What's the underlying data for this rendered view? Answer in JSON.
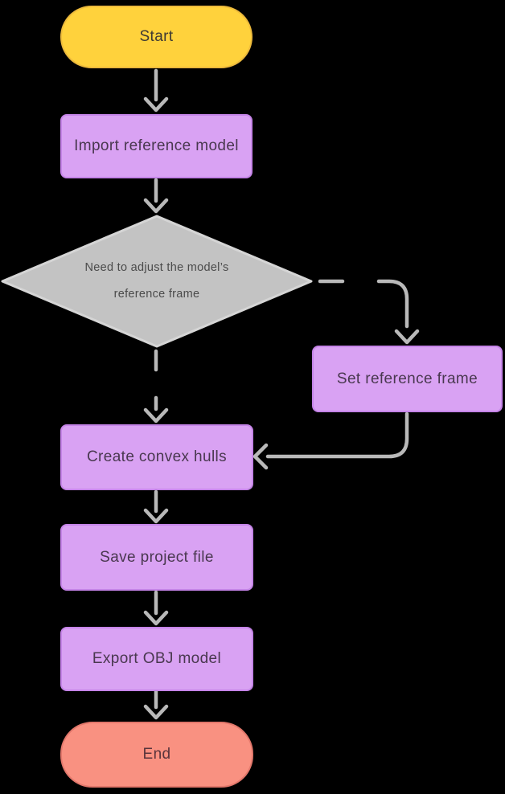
{
  "diagram": {
    "type": "flowchart",
    "nodes": {
      "start": {
        "label": "Start",
        "shape": "terminator"
      },
      "import_model": {
        "label": "Import reference model",
        "shape": "process"
      },
      "decision": {
        "label": "Need to adjust the model’s reference frame",
        "shape": "decision"
      },
      "set_reference_frame": {
        "label": "Set reference frame",
        "shape": "process"
      },
      "create_convex_hulls": {
        "label": "Create convex hulls",
        "shape": "process"
      },
      "save_project_file": {
        "label": "Save project file",
        "shape": "process"
      },
      "export_obj_model": {
        "label": "Export OBJ model",
        "shape": "process"
      },
      "end": {
        "label": "End",
        "shape": "terminator"
      }
    },
    "edges": [
      {
        "from": "start",
        "to": "import_model",
        "style": "solid-arrow"
      },
      {
        "from": "import_model",
        "to": "decision",
        "style": "solid-arrow"
      },
      {
        "from": "decision",
        "to": "set_reference_frame",
        "style": "dashed-then-solid-arrow",
        "direction": "right-then-down"
      },
      {
        "from": "decision",
        "to": "create_convex_hulls",
        "style": "dashed-then-solid-arrow",
        "direction": "down"
      },
      {
        "from": "set_reference_frame",
        "to": "create_convex_hulls",
        "style": "solid-arrow",
        "direction": "down-then-left"
      },
      {
        "from": "create_convex_hulls",
        "to": "save_project_file",
        "style": "solid-arrow"
      },
      {
        "from": "save_project_file",
        "to": "export_obj_model",
        "style": "solid-arrow"
      },
      {
        "from": "export_obj_model",
        "to": "end",
        "style": "solid-arrow"
      }
    ],
    "colors": {
      "background": "#000000",
      "start_fill": "#FFD23C",
      "start_border": "#EDBA3C",
      "start_text": "#3E3933",
      "process_fill": "#D9A2F3",
      "process_border": "#C584E8",
      "process_text": "#49384F",
      "decision_fill": "#C3C3C3",
      "decision_border": "#D5D5D5",
      "decision_text": "#4B4B4B",
      "end_fill": "#F99181",
      "end_border": "#E2776B",
      "end_text": "#59343C",
      "connector": "#B9B9B9"
    }
  }
}
